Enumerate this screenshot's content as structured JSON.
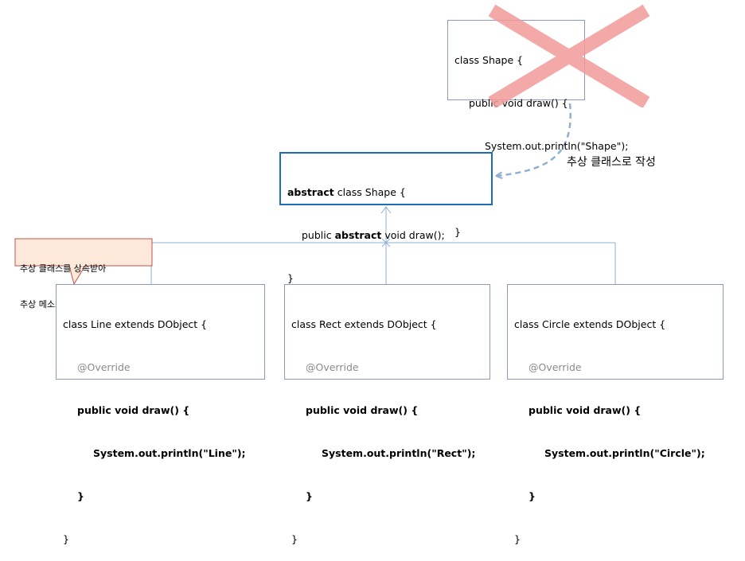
{
  "old_shape": {
    "l1": "class Shape {",
    "l2": "public void draw() {",
    "l3": "System.out.println(\"Shape\");",
    "l4": "}",
    "l5": "}"
  },
  "abstract_shape": {
    "kw_abstract": "abstract",
    "l1_rest": " class Shape {",
    "l2_pre": "public ",
    "l2_kw": "abstract",
    "l2_post": " void draw();",
    "l3": "}"
  },
  "edge_label": "추상 클래스로 작성",
  "callout": {
    "line1": "추상 클래스를 상속받아",
    "line2": "추상 메소드 draw() 구현"
  },
  "subclasses": [
    {
      "header": "class Line extends DObject {",
      "annotation": "@Override",
      "method": "public void draw() {",
      "body": "System.out.println(\"Line\");",
      "close_method": "}",
      "close_class": "}"
    },
    {
      "header": "class Rect extends DObject {",
      "annotation": "@Override",
      "method": "public void draw() {",
      "body": "System.out.println(\"Rect\");",
      "close_method": "}",
      "close_class": "}"
    },
    {
      "header": "class Circle extends DObject {",
      "annotation": "@Override",
      "method": "public void draw() {",
      "body": "System.out.println(\"Circle\");",
      "close_method": "}",
      "close_class": "}"
    }
  ],
  "colors": {
    "cross": "#f29a9a",
    "dashed_arrow": "#8fb0d3",
    "abstract_border": "#1a6db6",
    "box_border": "#8c9db5",
    "callout_fill": "#fde9d9",
    "callout_border": "#c0504d",
    "annotation_text": "#8a8a8a"
  }
}
